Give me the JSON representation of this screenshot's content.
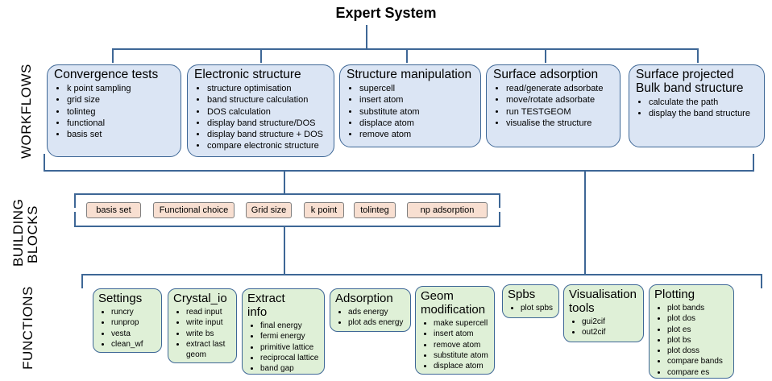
{
  "title": "Expert System",
  "section_labels": {
    "workflows": "WORKFLOWS",
    "building_blocks": [
      "BUILDING",
      "BLOCKS"
    ],
    "functions": "FUNCTIONS"
  },
  "workflows": [
    {
      "title": "Convergence tests",
      "items": [
        "k point sampling",
        "grid size",
        "tolinteg",
        "functional",
        "basis set"
      ]
    },
    {
      "title": "Electronic structure",
      "items": [
        "structure optimisation",
        "band structure calculation",
        "DOS calculation",
        "display band structure/DOS",
        "display band structure + DOS",
        "compare electronic structure"
      ]
    },
    {
      "title": "Structure manipulation",
      "items": [
        "supercell",
        "insert atom",
        "substitute atom",
        "displace atom",
        "remove atom"
      ]
    },
    {
      "title": "Surface adsorption",
      "items": [
        "read/generate adsorbate",
        "move/rotate adsorbate",
        "run TESTGEOM",
        "visualise the structure"
      ]
    },
    {
      "title": "Surface projected Bulk band structure",
      "title_lines": [
        "Surface projected",
        "Bulk band structure"
      ],
      "items": [
        "calculate the path",
        "display the band structure"
      ]
    }
  ],
  "building_blocks": [
    "basis set",
    "Functional choice",
    "Grid size",
    "k point",
    "tolinteg",
    "np adsorption"
  ],
  "functions": [
    {
      "title": "Settings",
      "title_lines": [
        "Settings"
      ],
      "items": [
        "runcry",
        "runprop",
        "vesta",
        "clean_wf"
      ]
    },
    {
      "title": "Crystal_io",
      "title_lines": [
        "Crystal_io"
      ],
      "items": [
        "read input",
        "write input",
        "write bs",
        "extract last geom"
      ]
    },
    {
      "title": "Extract info",
      "title_lines": [
        "Extract",
        "info"
      ],
      "items": [
        "final energy",
        "fermi energy",
        "primitive lattice",
        "reciprocal lattice",
        "band gap"
      ]
    },
    {
      "title": "Adsorption",
      "title_lines": [
        "Adsorption"
      ],
      "items": [
        "ads energy",
        "plot ads energy"
      ]
    },
    {
      "title": "Geom modification",
      "title_lines": [
        "Geom",
        "modification"
      ],
      "items": [
        "make supercell",
        "insert atom",
        "remove atom",
        "substitute atom",
        "displace atom"
      ]
    },
    {
      "title": "Spbs",
      "title_lines": [
        "Spbs"
      ],
      "items": [
        "plot spbs"
      ]
    },
    {
      "title": "Visualisation tools",
      "title_lines": [
        "Visualisation",
        "tools"
      ],
      "items": [
        "gui2cif",
        "out2cif"
      ]
    },
    {
      "title": "Plotting",
      "title_lines": [
        "Plotting"
      ],
      "items": [
        "plot bands",
        "plot dos",
        "plot es",
        "plot bs",
        "plot doss",
        "compare bands",
        "compare es"
      ]
    }
  ]
}
